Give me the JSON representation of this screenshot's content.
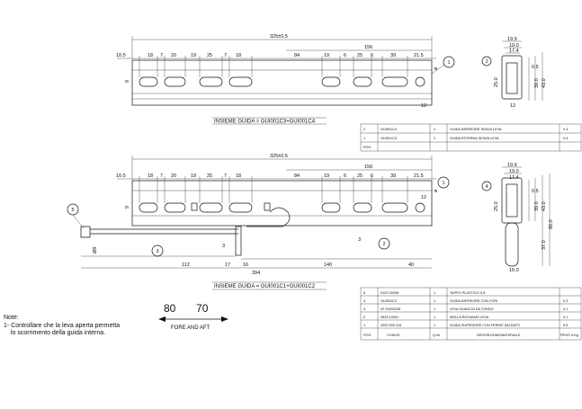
{
  "top_assembly": {
    "overall": "325±0.5",
    "right_span": "156",
    "dims": [
      "10.5",
      "18",
      "7",
      "20",
      "19",
      "25",
      "7",
      "18",
      "84",
      "19",
      "6",
      "25",
      "6",
      "39",
      "21.5"
    ],
    "hole_height": "9",
    "hole_phi": "ø",
    "end_12": "12",
    "balloon": "1",
    "title": "INSIEME GUIDA = GUI001C3+GUI001C4"
  },
  "top_section": {
    "w1": "19.9",
    "w2": "19.0",
    "w3": "17.4",
    "t": "0.5",
    "h1": "25.0",
    "h2": "39.0",
    "h3": "43.0",
    "bottom": "12",
    "balloon": "2"
  },
  "top_table": {
    "rows": [
      {
        "pos": "2",
        "code": "GUI001C4",
        "qty": "1",
        "desc": "GUIDA INFERIORE SENZA LEVA",
        "weight": "0.3"
      },
      {
        "pos": "1",
        "code": "GUI001C3",
        "qty": "1",
        "desc": "GUIDA ESTERNA SENZA LEVA",
        "weight": "0.4"
      }
    ],
    "header_pos": "POS."
  },
  "bottom_assembly": {
    "overall": "325±0.5",
    "right_span": "156",
    "dims": [
      "10.5",
      "18",
      "7",
      "20",
      "19",
      "25",
      "7",
      "18",
      "84",
      "19",
      "6",
      "25",
      "6",
      "39",
      "21.5"
    ],
    "hole_height": "9",
    "hole_phi": "ø",
    "end_12": "12",
    "lower": {
      "l112": "112",
      "l17": "17",
      "l16": "16",
      "l140": "140",
      "l40": "40",
      "l394": "394",
      "l3": "3",
      "l3b": "3",
      "d8": "Ø8"
    },
    "balloons": {
      "5": "5",
      "3": "3",
      "2": "2",
      "1": "1"
    },
    "title": "INSIEME GUIDA = GUI001C1+GUI001C2"
  },
  "bottom_section": {
    "w1": "19.9",
    "w2": "19.0",
    "w3": "17.4",
    "t": "0.5",
    "h1": "25.0",
    "h2": "39.0",
    "h3": "43.0",
    "h4": "80.0",
    "h5": "37.0",
    "bottom": "16.0",
    "balloon": "4"
  },
  "bottom_table": {
    "rows": [
      {
        "pos": "5",
        "code": "0120 00008",
        "qty": "1",
        "desc": "TAPPO PLASTICO D.8",
        "weight": ""
      },
      {
        "pos": "4",
        "code": "GUI001C2",
        "qty": "1",
        "desc": "GUIDA INFERIORE CON FORI",
        "weight": "0.3"
      },
      {
        "pos": "3",
        "code": "02 29300245",
        "qty": "1",
        "desc": "LEVA SGANCIO DA TONDO",
        "weight": "0.1"
      },
      {
        "pos": "2",
        "code": "0533 10001",
        "qty": "1",
        "desc": "MOLLA RICHIAMO LEVA",
        "weight": "0.1"
      },
      {
        "pos": "1",
        "code": "3200 500 118",
        "qty": "1",
        "desc": "GUIDA SUPERIORE CON FERMO SALDATO",
        "weight": "0.5"
      }
    ],
    "header": {
      "pos": "POS.",
      "code": "CODICE",
      "qty": "Q.t/n",
      "desc": "DESCRIZIONE/MATERIALE",
      "weight": "PESO U.Kg"
    }
  },
  "note": {
    "label": "Note:",
    "lines": [
      "1- Controllare che la leva aperta permetta",
      "lo scorrimento della guida interna."
    ]
  },
  "fore_aft": {
    "left": "80",
    "right": "70",
    "label": "FORE AND AFT"
  }
}
